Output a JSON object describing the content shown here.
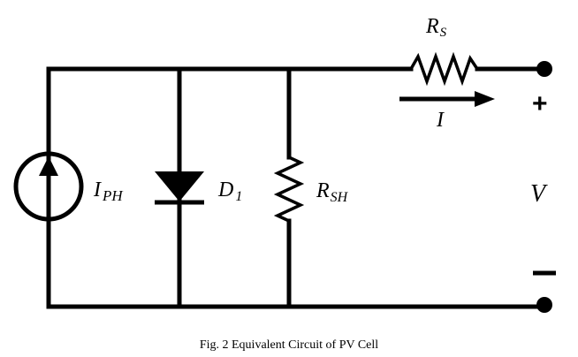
{
  "diagram": {
    "type": "circuit",
    "title": "Equivalent Circuit of PV Cell",
    "caption": "Fig. 2 Equivalent Circuit of PV Cell",
    "components": {
      "photocurrent_source": {
        "label_main": "I",
        "label_sub": "PH"
      },
      "diode": {
        "label_main": "D",
        "label_sub": "1"
      },
      "shunt_resistor": {
        "label_main": "R",
        "label_sub": "SH"
      },
      "series_resistor": {
        "label_main": "R",
        "label_sub": "S"
      },
      "current_arrow": {
        "label": "I"
      },
      "output_voltage": {
        "label": "V",
        "positive": "+",
        "negative": "−"
      }
    }
  }
}
